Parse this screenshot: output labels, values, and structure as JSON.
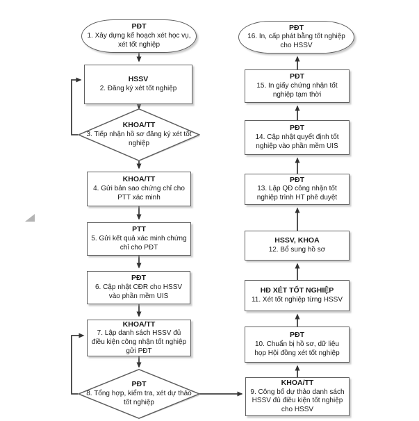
{
  "colors": {
    "background": "#ffffff",
    "node_border": "#5f5f5f",
    "arrow_line": "#3f3f3f",
    "shadow": "#a0a0a0",
    "text": "#1a1a1a"
  },
  "diagram": {
    "type": "flowchart",
    "language": "vi",
    "nodes": [
      {
        "id": "1",
        "shape": "terminator",
        "actor": "PĐT",
        "label": "1. Xây dựng kế hoạch xét học vụ, xét tốt nghiệp"
      },
      {
        "id": "2",
        "shape": "process",
        "actor": "HSSV",
        "label": "2. Đăng ký xét tốt nghiệp"
      },
      {
        "id": "3",
        "shape": "decision",
        "actor": "KHOA/TT",
        "label": "3. Tiếp nhận hồ sơ đăng ký xét tốt nghiệp"
      },
      {
        "id": "4",
        "shape": "process",
        "actor": "KHOA/TT",
        "label": "4. Gửi bản sao chứng chỉ cho PTT xác minh"
      },
      {
        "id": "5",
        "shape": "process",
        "actor": "PTT",
        "label": "5. Gửi kết quả xác minh chứng chỉ cho PĐT"
      },
      {
        "id": "6",
        "shape": "process",
        "actor": "PĐT",
        "label": "6. Cập nhật CĐR cho HSSV vào phần mềm UIS"
      },
      {
        "id": "7",
        "shape": "process",
        "actor": "KHOA/TT",
        "label": "7. Lập danh sách HSSV đủ điều kiện công nhận tốt nghiệp gửi PĐT"
      },
      {
        "id": "8",
        "shape": "decision",
        "actor": "PĐT",
        "label": "8. Tổng hợp, kiểm tra, xét dự thảo tốt nghiệp"
      },
      {
        "id": "9",
        "shape": "process",
        "actor": "KHOA/TT",
        "label": "9. Công bố dự thảo danh sách HSSV đủ điều kiện tốt nghiệp cho HSSV"
      },
      {
        "id": "10",
        "shape": "process",
        "actor": "PĐT",
        "label": "10. Chuẩn bị hồ sơ, dữ liệu họp Hội đồng xét tốt nghiệp"
      },
      {
        "id": "11",
        "shape": "process",
        "actor": "HĐ XÉT TỐT NGHIỆP",
        "label": "11. Xét tốt nghiệp từng HSSV"
      },
      {
        "id": "12",
        "shape": "process",
        "actor": "HSSV, KHOA",
        "label": "12. Bổ sung hồ sơ"
      },
      {
        "id": "13",
        "shape": "process",
        "actor": "PĐT",
        "label": "13. Lập QĐ công nhận tốt nghiệp trình HT phê duyệt"
      },
      {
        "id": "14",
        "shape": "process",
        "actor": "PĐT",
        "label": "14. Cập nhật quyết định tốt nghiệp vào phần mềm UIS"
      },
      {
        "id": "15",
        "shape": "process",
        "actor": "PĐT",
        "label": "15. In giấy chứng nhận tốt nghiệp tạm thời"
      },
      {
        "id": "16",
        "shape": "terminator",
        "actor": "PĐT",
        "label": "16. In, cấp phát bằng tốt nghiệp cho HSSV"
      }
    ],
    "edges": [
      {
        "from": "1",
        "to": "2"
      },
      {
        "from": "2",
        "to": "3"
      },
      {
        "from": "3",
        "to": "4"
      },
      {
        "from": "3",
        "to": "2",
        "type": "return-loop"
      },
      {
        "from": "4",
        "to": "5"
      },
      {
        "from": "5",
        "to": "6"
      },
      {
        "from": "6",
        "to": "7"
      },
      {
        "from": "7",
        "to": "8"
      },
      {
        "from": "8",
        "to": "7",
        "type": "return-loop"
      },
      {
        "from": "8",
        "to": "9"
      },
      {
        "from": "9",
        "to": "10"
      },
      {
        "from": "10",
        "to": "11"
      },
      {
        "from": "11",
        "to": "12"
      },
      {
        "from": "12",
        "to": "13"
      },
      {
        "from": "13",
        "to": "14"
      },
      {
        "from": "14",
        "to": "15"
      },
      {
        "from": "15",
        "to": "16"
      }
    ]
  }
}
